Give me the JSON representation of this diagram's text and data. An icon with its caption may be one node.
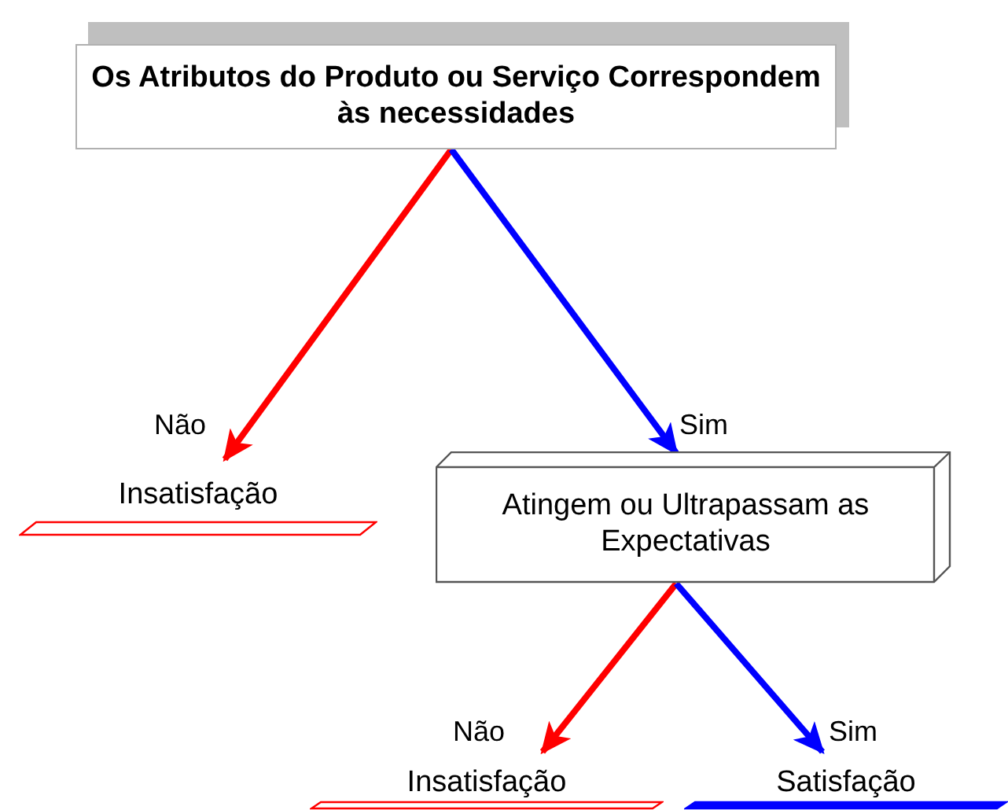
{
  "diagram": {
    "nodes": [
      {
        "text": [
          "Os Atributos do Produto ou Serviço Correspondem às necessidades"
        ]
      },
      {
        "text": [
          "Insatisfação"
        ]
      },
      {
        "text": [
          "Atingem ou Ultrapassam as Expectativas"
        ]
      },
      {
        "text": [
          "Insatisfação"
        ]
      },
      {
        "text": [
          "Satisfação"
        ]
      }
    ],
    "edges": [
      {
        "from": 0,
        "to": 1,
        "arrow": "to",
        "label": "Não",
        "color": "#ff0000"
      },
      {
        "from": 0,
        "to": 2,
        "arrow": "to",
        "label": "Sim",
        "color": "#0000ff"
      },
      {
        "from": 2,
        "to": 3,
        "arrow": "to",
        "label": "Não",
        "color": "#ff0000"
      },
      {
        "from": 2,
        "to": 4,
        "arrow": "to",
        "label": "Sim",
        "color": "#0000ff"
      }
    ]
  }
}
